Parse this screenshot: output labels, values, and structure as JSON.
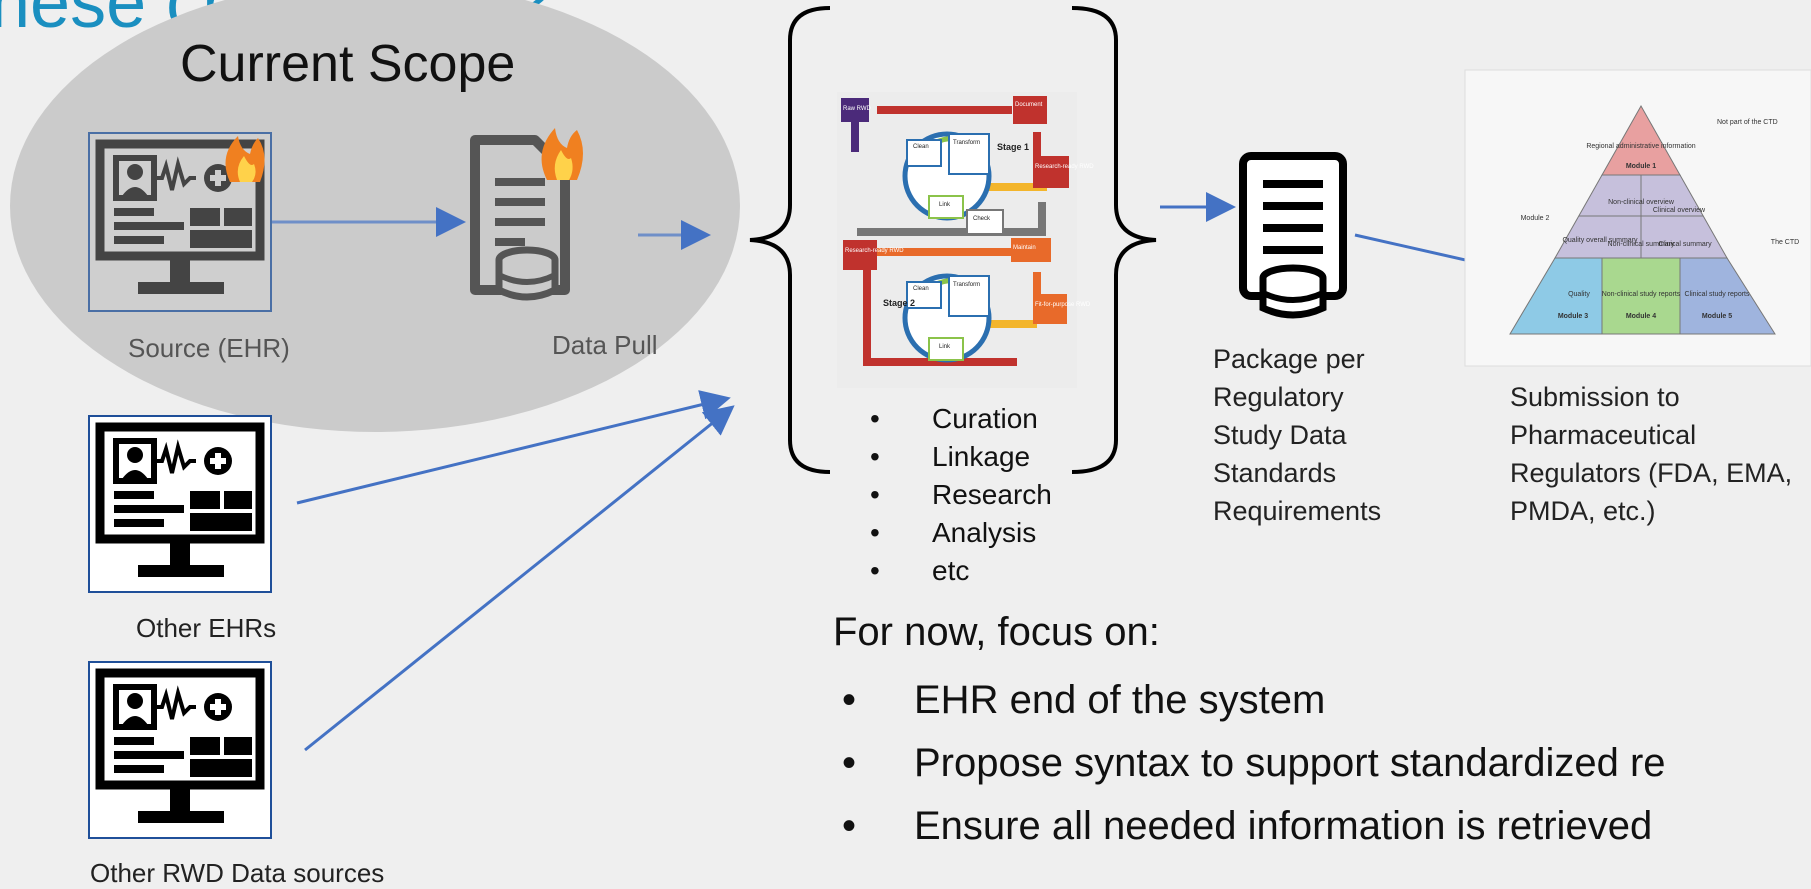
{
  "title": "hese challenges?",
  "scope": {
    "label": "Current Scope"
  },
  "nodes": {
    "source": "Source (EHR)",
    "data_pull": "Data Pull",
    "other_ehrs": "Other EHRs",
    "other_rwd": "Other RWD Data sources",
    "package": [
      "Package per",
      "Regulatory",
      "Study Data",
      "Standards",
      "Requirements"
    ],
    "submission": [
      "Submission to",
      "Pharmaceutical",
      "Regulators (FDA, EMA,",
      "PMDA, etc.)"
    ]
  },
  "process_steps": [
    "Curation",
    "Linkage",
    "Research",
    "Analysis",
    "etc"
  ],
  "workflow_figure": {
    "stage1": "Stage 1",
    "stage2": "Stage 2",
    "clean": "Clean",
    "transform": "Transform",
    "link": "Link",
    "check": "Check",
    "raw": "Raw RWD",
    "document": "Document",
    "research_ready": "Research-ready RWD",
    "fit_for_purpose": "Fit-for-purpose RWD",
    "maintain": "Maintain"
  },
  "ctd_pyramid": {
    "not_part": "Not part of the CTD",
    "module1_text": "Regional administrative information",
    "module1": "Module 1",
    "module2": "Module 2",
    "nonclinical_overview": "Non-clinical overview",
    "clinical_overview": "Clinical overview",
    "quality_summary": "Quality overall summary",
    "nonclinical_summary": "Non-clinical summary",
    "clinical_summary": "Clinical summary",
    "the_ctd": "The CTD",
    "quality": "Quality",
    "nonclinical_reports": "Non-clinical study reports",
    "clinical_reports": "Clinical study reports",
    "module3": "Module 3",
    "module4": "Module 4",
    "module5": "Module 5"
  },
  "focus": {
    "heading": "For now, focus on:",
    "items": [
      "EHR end of the system",
      "Propose syntax to support standardized re",
      "Ensure all needed information is retrieved"
    ]
  },
  "colors": {
    "arrow": "#4472c4",
    "title": "#1a8fc0",
    "ellipse": "#cbcbcb",
    "box_border": "#1f4f99"
  }
}
